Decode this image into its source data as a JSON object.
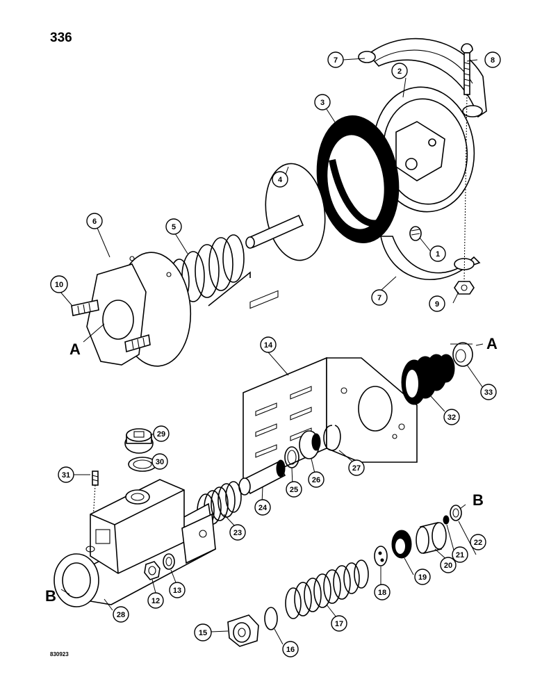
{
  "page": {
    "page_number": "336",
    "figure_code": "830923"
  },
  "callouts": [
    {
      "id": "1",
      "label": "1"
    },
    {
      "id": "2",
      "label": "2"
    },
    {
      "id": "3",
      "label": "3"
    },
    {
      "id": "4",
      "label": "4"
    },
    {
      "id": "5",
      "label": "5"
    },
    {
      "id": "6",
      "label": "6"
    },
    {
      "id": "7a",
      "label": "7"
    },
    {
      "id": "7b",
      "label": "7"
    },
    {
      "id": "8",
      "label": "8"
    },
    {
      "id": "9",
      "label": "9"
    },
    {
      "id": "10",
      "label": "10"
    },
    {
      "id": "12",
      "label": "12"
    },
    {
      "id": "13",
      "label": "13"
    },
    {
      "id": "14",
      "label": "14"
    },
    {
      "id": "15",
      "label": "15"
    },
    {
      "id": "16",
      "label": "16"
    },
    {
      "id": "17",
      "label": "17"
    },
    {
      "id": "18",
      "label": "18"
    },
    {
      "id": "19",
      "label": "19"
    },
    {
      "id": "20",
      "label": "20"
    },
    {
      "id": "21",
      "label": "21"
    },
    {
      "id": "22",
      "label": "22"
    },
    {
      "id": "23",
      "label": "23"
    },
    {
      "id": "24",
      "label": "24"
    },
    {
      "id": "25",
      "label": "25"
    },
    {
      "id": "26",
      "label": "26"
    },
    {
      "id": "27",
      "label": "27"
    },
    {
      "id": "28",
      "label": "28"
    },
    {
      "id": "29",
      "label": "29"
    },
    {
      "id": "30",
      "label": "30"
    },
    {
      "id": "31",
      "label": "31"
    },
    {
      "id": "32",
      "label": "32"
    },
    {
      "id": "33",
      "label": "33"
    }
  ],
  "reference_letters": [
    {
      "id": "A-left",
      "label": "A"
    },
    {
      "id": "A-right",
      "label": "A"
    },
    {
      "id": "B-left",
      "label": "B"
    },
    {
      "id": "B-right",
      "label": "B"
    }
  ]
}
